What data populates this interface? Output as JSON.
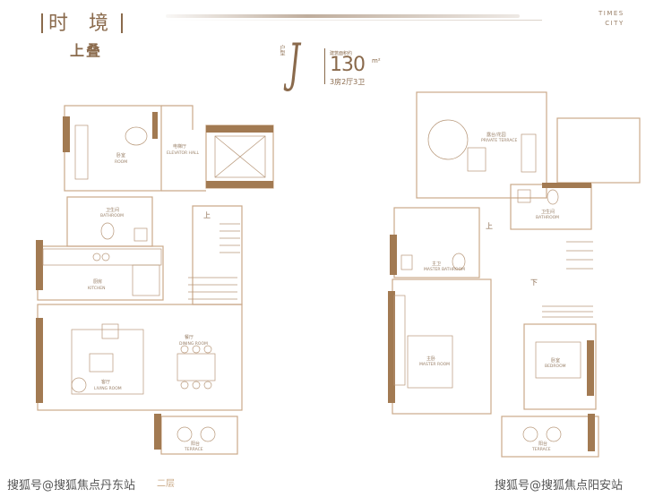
{
  "brand": {
    "name_left": "时",
    "name_right": "境"
  },
  "subtitle": "上叠",
  "logo": {
    "line1": "TIMES",
    "line2": "CITY"
  },
  "unit": {
    "type_label": "户型",
    "letter": "J",
    "area_label": "建筑面积约",
    "area": "130",
    "area_unit": "m²",
    "layout": "3房2厅3卫"
  },
  "floor_label": "二层",
  "watermark": {
    "left": "搜狐号@搜狐焦点丹东站",
    "right": "搜狐号@搜狐焦点阳安站"
  },
  "stairs": {
    "up": "上",
    "down": "下",
    "up_right": "上"
  },
  "rooms_left": {
    "bedroom": "卧室",
    "bedroom_en": "ROOM",
    "elevator": "电梯厅",
    "elevator_en": "ELEVATOR HALL",
    "bath": "卫生间",
    "bath_en": "BATHROOM",
    "kitchen": "厨房",
    "kitchen_en": "KITCHEN",
    "dining": "餐厅",
    "dining_en": "DINING ROOM",
    "living": "客厅",
    "living_en": "LIVING ROOM",
    "balcony": "阳台",
    "balcony_en": "TERRACE"
  },
  "rooms_right": {
    "terrace": "露台/花园",
    "terrace_en": "PRIVATE TERRACE",
    "bath1": "卫生间",
    "bath1_en": "BATHROOM",
    "bath2": "主卫",
    "bath2_en": "MASTER BATHROOM",
    "master": "主卧",
    "master_en": "MASTER ROOM",
    "bedroom": "卧室",
    "bedroom_en": "BEDROOM",
    "balcony": "阳台",
    "balcony_en": "TERRACE"
  }
}
